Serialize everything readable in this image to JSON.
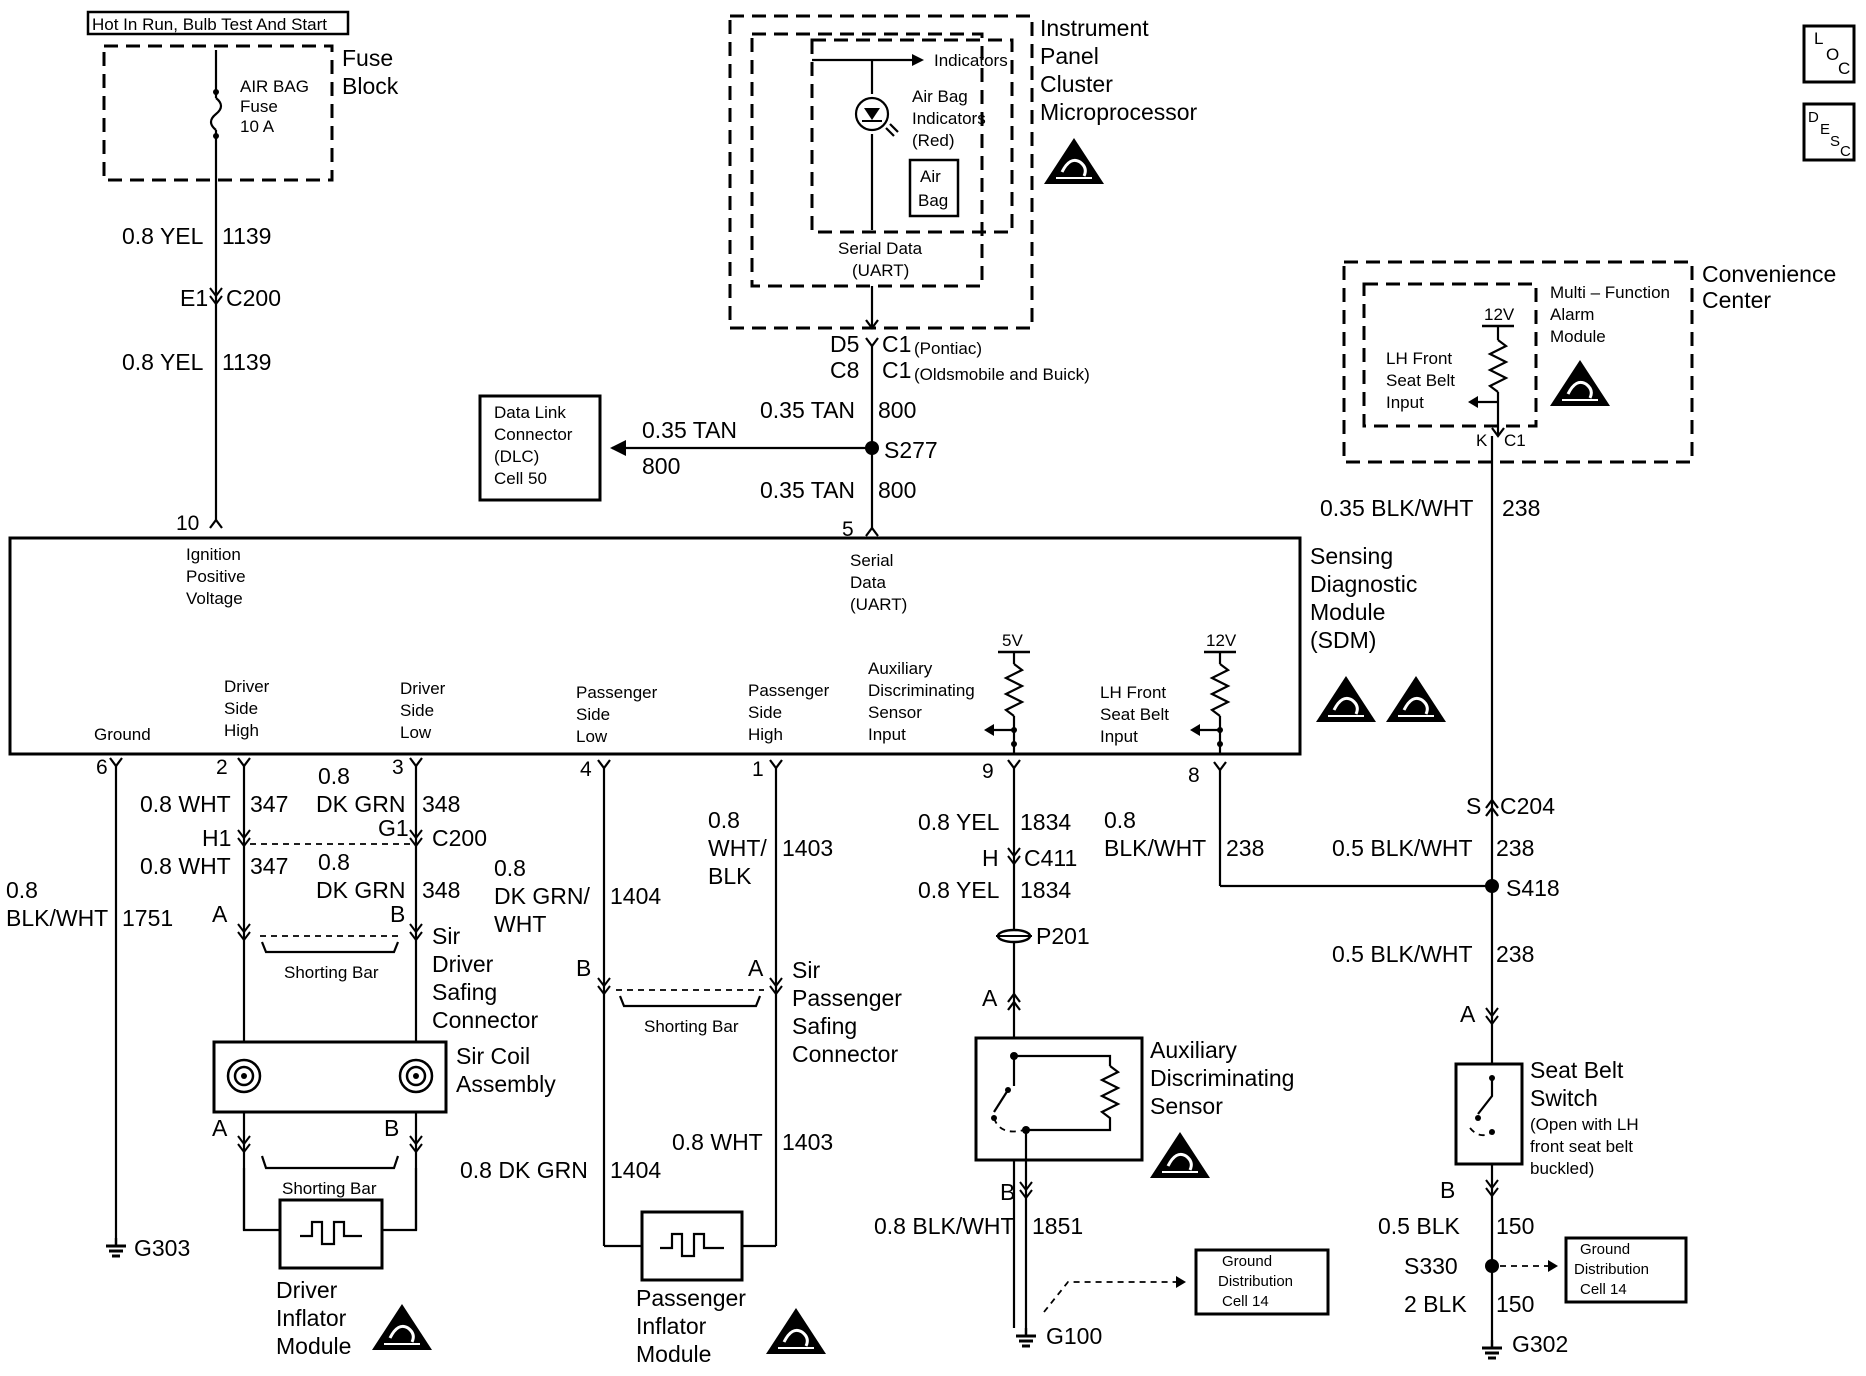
{
  "header": {
    "power_label": "Hot In Run, Bulb Test And Start"
  },
  "corner": {
    "loc": [
      "L",
      "O",
      "C"
    ],
    "desc": [
      "D",
      "E",
      "S",
      "C"
    ]
  },
  "fuse_block": {
    "label": [
      "Fuse",
      "Block"
    ],
    "fuse": [
      "AIR BAG",
      "Fuse",
      "10 A"
    ]
  },
  "cluster": {
    "label": [
      "Instrument",
      "Panel",
      "Cluster",
      "Microprocessor"
    ],
    "indicators": "Indicators",
    "airbag_ind": [
      "Air Bag",
      "Indicators",
      "(Red)"
    ],
    "airbag_lamp": [
      "Air",
      "Bag"
    ],
    "serial": [
      "Serial Data",
      "(UART)"
    ],
    "pin_d5": "D5",
    "pin_c1a": "C1",
    "pontiac": "(Pontiac)",
    "pin_c8": "C8",
    "pin_c1b": "C1",
    "olds": "(Oldsmobile and Buick)"
  },
  "dlc": {
    "label": [
      "Data Link",
      "Connector",
      "(DLC)",
      "Cell 50"
    ],
    "wire": "0.35 TAN",
    "circuit": "800"
  },
  "splice_s277": {
    "name": "S277",
    "upper": {
      "wire": "0.35 TAN",
      "circuit": "800"
    },
    "lower": {
      "wire": "0.35 TAN",
      "circuit": "800"
    }
  },
  "ign_wire": {
    "w1": "0.8 YEL",
    "c1": "1139",
    "e1": "E1",
    "c200": "C200",
    "w2": "0.8 YEL",
    "c2": "1139"
  },
  "convenience": {
    "label": [
      "Convenience",
      "Center"
    ],
    "module": [
      "Multi – Function",
      "Alarm",
      "Module"
    ],
    "v12": "12V",
    "input": [
      "LH Front",
      "Seat Belt",
      "Input"
    ],
    "pin_k": "K",
    "pin_c1": "C1",
    "wire": "0.35 BLK/WHT",
    "circuit": "238"
  },
  "sdm": {
    "label": [
      "Sensing",
      "Diagnostic",
      "Module",
      "(SDM)"
    ],
    "pin10": "10",
    "ign": [
      "Ignition",
      "Positive",
      "Voltage"
    ],
    "pin5": "5",
    "serial": [
      "Serial",
      "Data",
      "(UART)"
    ],
    "ground": "Ground",
    "driver_high": [
      "Driver",
      "Side",
      "High"
    ],
    "driver_low": [
      "Driver",
      "Side",
      "Low"
    ],
    "pass_low": [
      "Passenger",
      "Side",
      "Low"
    ],
    "pass_high": [
      "Passenger",
      "Side",
      "High"
    ],
    "aux": [
      "Auxiliary",
      "Discriminating",
      "Sensor",
      "Input"
    ],
    "v5": "5V",
    "lhfront": [
      "LH Front",
      "Seat Belt",
      "Input"
    ],
    "v12": "12V",
    "pins": {
      "p6": "6",
      "p2": "2",
      "p3": "3",
      "p4": "4",
      "p1": "1",
      "p9": "9",
      "p8": "8"
    }
  },
  "ground_g303": {
    "wire": [
      "0.8",
      "BLK/WHT"
    ],
    "circuit": "1751",
    "name": "G303"
  },
  "driver_circuit": {
    "w347a": "0.8 WHT",
    "c347a": "347",
    "w348a": [
      "0.8",
      "DK GRN"
    ],
    "c348a": "348",
    "h1": "H1",
    "g1": "G1",
    "c200": "C200",
    "w347b": "0.8 WHT",
    "c347b": "347",
    "w348b": [
      "0.8",
      "DK GRN"
    ],
    "c348b": "348",
    "pin_a": "A",
    "pin_b": "B",
    "shorting_bar": "Shorting Bar",
    "safing": [
      "Sir",
      "Driver",
      "Safing",
      "Connector"
    ],
    "coil": [
      "Sir Coil",
      "Assembly"
    ],
    "pin_a2": "A",
    "pin_b2": "B",
    "shorting_bar2": "Shorting Bar",
    "module": [
      "Driver",
      "Inflator",
      "Module"
    ]
  },
  "passenger_circuit": {
    "w1404a": [
      "0.8",
      "DK GRN/",
      "WHT"
    ],
    "c1404a": "1404",
    "w1403a": [
      "0.8",
      "WHT/",
      "BLK"
    ],
    "c1403a": "1403",
    "pin_b": "B",
    "pin_a": "A",
    "shorting_bar": "Shorting Bar",
    "safing": [
      "Sir",
      "Passenger",
      "Safing",
      "Connector"
    ],
    "w1403b": "0.8 WHT",
    "c1403b": "1403",
    "w1404b": "0.8 DK GRN",
    "c1404b": "1404",
    "module": [
      "Passenger",
      "Inflator",
      "Module"
    ]
  },
  "aux_circuit": {
    "w1": "0.8 YEL",
    "c1": "1834",
    "h": "H",
    "c411": "C411",
    "w2": "0.8 YEL",
    "c2": "1834",
    "p201": "P201",
    "pin_a": "A",
    "sensor": [
      "Auxiliary",
      "Discriminating",
      "Sensor"
    ],
    "pin_b": "B",
    "w3": "0.8 BLK/WHT",
    "c3": "1851",
    "g100": "G100",
    "gnd_ref": [
      "Ground",
      "Distribution",
      "Cell 14"
    ]
  },
  "belt_circuit": {
    "w_pin8": [
      "0.8",
      "BLK/WHT"
    ],
    "c_pin8": "238",
    "s": "S",
    "c204": "C204",
    "w1": "0.5 BLK/WHT",
    "c1": "238",
    "s418": "S418",
    "w2": "0.5 BLK/WHT",
    "c2": "238",
    "pin_a": "A",
    "switch": [
      "Seat Belt",
      "Switch",
      "(Open with LH",
      "front seat belt",
      "buckled)"
    ],
    "pin_b": "B",
    "w3": "0.5 BLK",
    "c3": "150",
    "s330": "S330",
    "w4": "2 BLK",
    "c4": "150",
    "g302": "G302",
    "gnd_ref": [
      "Ground",
      "Distribution",
      "Cell 14"
    ]
  }
}
